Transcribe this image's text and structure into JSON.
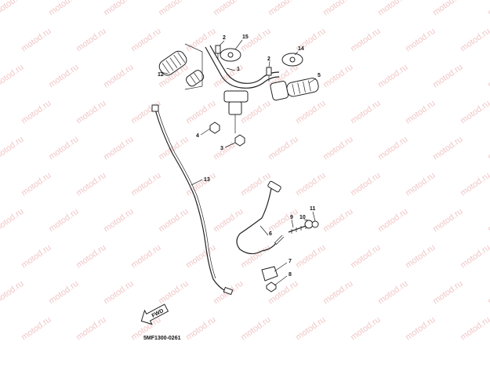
{
  "watermark": "motod.ru",
  "diagram_code": "5MF1300-0261",
  "direction_label": "FWD",
  "callouts": [
    "1",
    "2",
    "2",
    "3",
    "4",
    "5",
    "6",
    "7",
    "8",
    "9",
    "10",
    "11",
    "12",
    "13",
    "14",
    "15"
  ]
}
